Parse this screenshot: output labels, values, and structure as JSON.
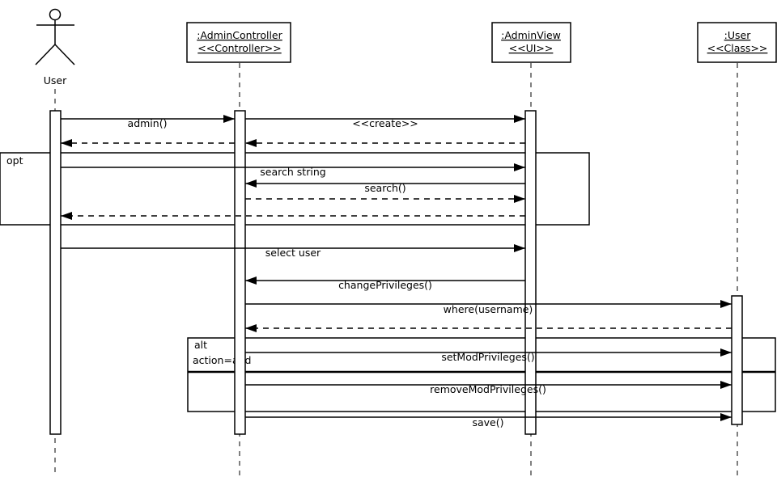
{
  "actor": {
    "label": "User"
  },
  "participants": [
    {
      "name": ":AdminController",
      "stereotype": "<<Controller>>"
    },
    {
      "name": ":AdminView",
      "stereotype": "<<UI>>"
    },
    {
      "name": ":User",
      "stereotype": "<<Class>>"
    }
  ],
  "fragments": {
    "opt": {
      "operator": "opt"
    },
    "alt": {
      "operator": "alt",
      "guard": "action=add"
    }
  },
  "messages": [
    {
      "from": "User",
      "to": ":AdminController",
      "label": "admin()",
      "kind": "call"
    },
    {
      "from": ":AdminController",
      "to": ":AdminView",
      "label": "<<create>>",
      "kind": "call"
    },
    {
      "from": ":AdminView",
      "to": ":AdminController",
      "label": "",
      "kind": "return"
    },
    {
      "from": ":AdminController",
      "to": "User",
      "label": "",
      "kind": "return"
    },
    {
      "from": "User",
      "to": ":AdminView",
      "label": "search string",
      "kind": "call"
    },
    {
      "from": ":AdminView",
      "to": ":AdminController",
      "label": "search()",
      "kind": "call"
    },
    {
      "from": ":AdminController",
      "to": ":AdminView",
      "label": "",
      "kind": "return"
    },
    {
      "from": ":AdminView",
      "to": "User",
      "label": "",
      "kind": "return"
    },
    {
      "from": "User",
      "to": ":AdminView",
      "label": "select user",
      "kind": "call"
    },
    {
      "from": ":AdminView",
      "to": ":AdminController",
      "label": "changePrivileges()",
      "kind": "call"
    },
    {
      "from": ":AdminController",
      "to": ":User",
      "label": "where(username)",
      "kind": "call"
    },
    {
      "from": ":User",
      "to": ":AdminController",
      "label": "",
      "kind": "return"
    },
    {
      "from": ":AdminController",
      "to": ":User",
      "label": "setModPrivileges()",
      "kind": "call"
    },
    {
      "from": ":AdminController",
      "to": ":User",
      "label": "removeModPrivileges()",
      "kind": "call"
    },
    {
      "from": ":AdminController",
      "to": ":User",
      "label": "save()",
      "kind": "call"
    }
  ]
}
